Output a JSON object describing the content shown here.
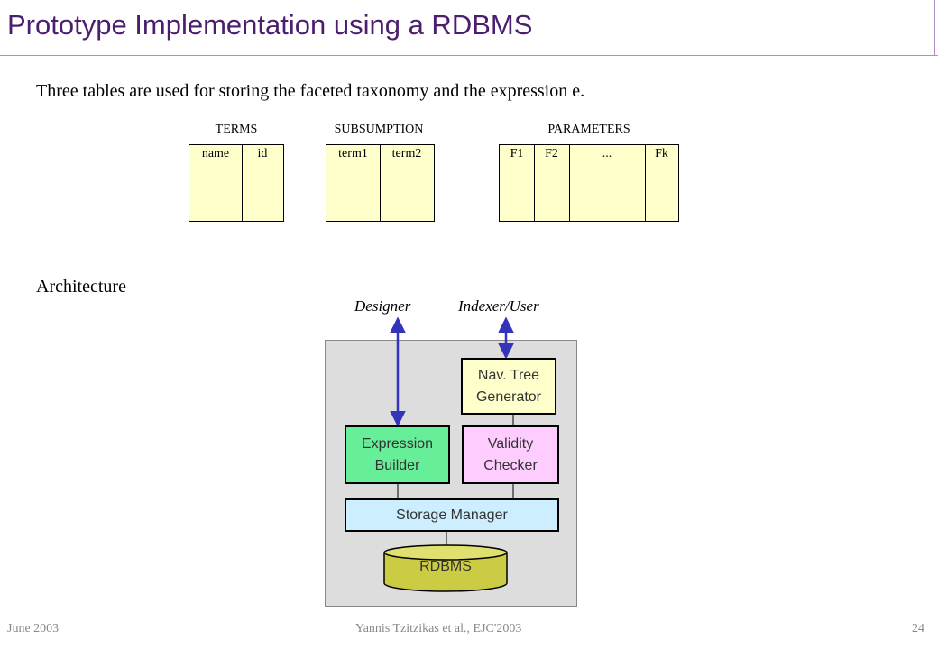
{
  "slide": {
    "title": "Prototype Implementation using a RDBMS",
    "intro": "Three tables are used for storing the faceted taxonomy and the expression e.",
    "architecture_label": "Architecture"
  },
  "tables": {
    "terms": {
      "caption": "TERMS",
      "columns": [
        "name",
        "id"
      ]
    },
    "subsumption": {
      "caption": "SUBSUMPTION",
      "columns": [
        "term1",
        "term2"
      ]
    },
    "parameters": {
      "caption": "PARAMETERS",
      "columns": [
        "F1",
        "F2",
        "...",
        "Fk"
      ]
    }
  },
  "architecture": {
    "actors": {
      "designer": "Designer",
      "indexer": "Indexer/User"
    },
    "components": {
      "nav_tree": [
        "Nav. Tree",
        "Generator"
      ],
      "expression_builder": [
        "Expression",
        "Builder"
      ],
      "validity_checker": [
        "Validity",
        "Checker"
      ],
      "storage_manager": "Storage Manager",
      "rdbms": "RDBMS"
    },
    "colors": {
      "nav_tree": "#ffffcc",
      "expression_builder": "#66ee99",
      "validity_checker": "#ffccff",
      "storage_manager": "#cceeff",
      "rdbms": "#cccc44",
      "arrows": "#3333bb"
    }
  },
  "footer": {
    "date": "June 2003",
    "authors": "Yannis Tzitzikas et al., EJC'2003",
    "page": "24"
  }
}
